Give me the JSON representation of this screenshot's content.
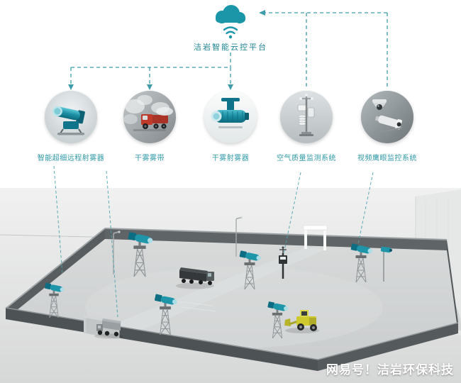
{
  "platform": {
    "label": "洁岩智能云控平台",
    "icon": "cloud-wifi-icon"
  },
  "devices": [
    {
      "label": "智能超细远程射雾器",
      "icon": "fog-cannon-icon"
    },
    {
      "label": "干雾雾带",
      "icon": "fog-truck-icon"
    },
    {
      "label": "干雾射雾器",
      "icon": "dry-fog-sprayer-icon"
    },
    {
      "label": "空气质量监测系统",
      "icon": "air-quality-monitor-icon"
    },
    {
      "label": "视频鹰眼监控系统",
      "icon": "eagle-eye-camera-icon"
    }
  ],
  "watermark": "网易号！洁岩环保科技",
  "colors": {
    "accent_teal": "#1b96a8",
    "label_teal": "#2e98a6",
    "connector": "#3f9dab",
    "scene_background": "#d9dada",
    "wall_gray": "#5a5f61"
  }
}
